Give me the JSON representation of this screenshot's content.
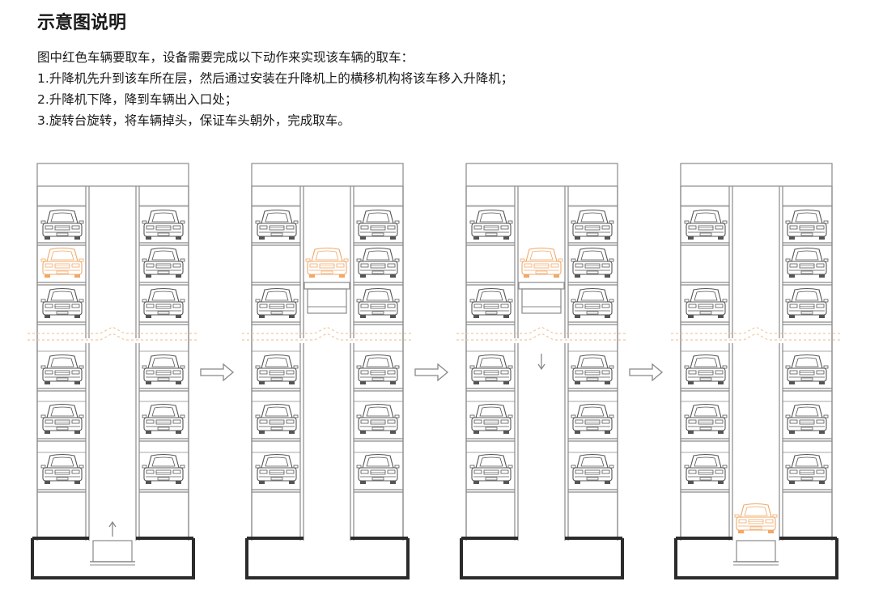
{
  "heading": "示意图说明",
  "intro": "图中红色车辆要取车，设备需要完成以下动作来实现该车辆的取车：",
  "steps": [
    "1.升降机先升到该车所在层，然后通过安装在升降机上的横移机构将该车移入升降机；",
    "2.升降机下降，降到车辆出入口处；",
    "3.旋转台旋转，将车辆掉头，保证车头朝外，完成取车。"
  ],
  "colors": {
    "structure": "#8a8a8a",
    "car": "#555555",
    "highlight_car": "#f0a868",
    "break_line": "#f3c89a",
    "pit": "#2b2b2b",
    "arrow": "#888888"
  },
  "panels": [
    {
      "name": "initial",
      "target_slot": "left-row-2",
      "lift_position": "ground",
      "lift_arrow": "up-icon"
    },
    {
      "name": "lift-raised",
      "target_slot": "lift-upper",
      "lift_position": "upper-row-2",
      "lift_arrow": ""
    },
    {
      "name": "lift-lowering",
      "target_slot": "lift-upper",
      "lift_position": "upper-row-2",
      "lift_arrow": "down-icon"
    },
    {
      "name": "completed",
      "target_slot": "lift-ground",
      "lift_position": "ground",
      "lift_arrow": ""
    }
  ]
}
